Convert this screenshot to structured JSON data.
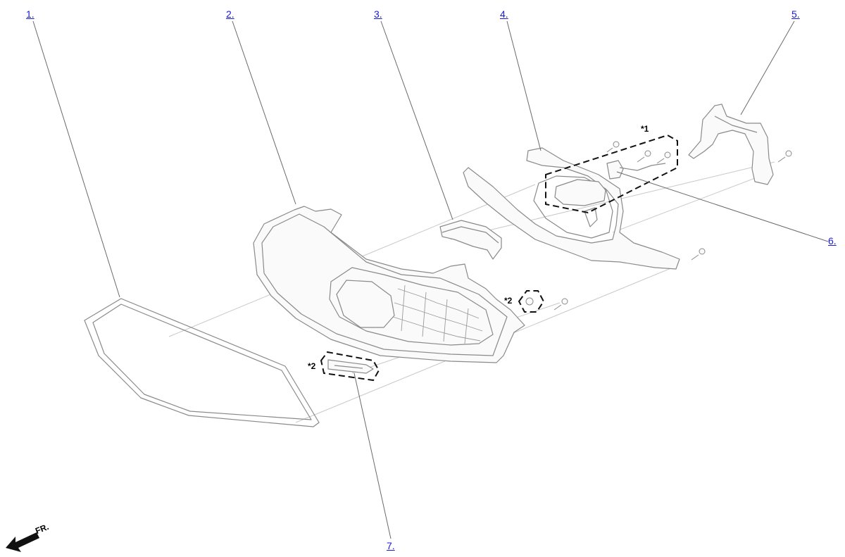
{
  "callouts": {
    "c1": "1.",
    "c2": "2.",
    "c3": "3.",
    "c4": "4.",
    "c5": "5.",
    "c6": "6.",
    "c7": "7."
  },
  "marks": {
    "m1": "*1",
    "m2a": "*2",
    "m2b": "*2"
  },
  "direction": {
    "label": "FR."
  }
}
